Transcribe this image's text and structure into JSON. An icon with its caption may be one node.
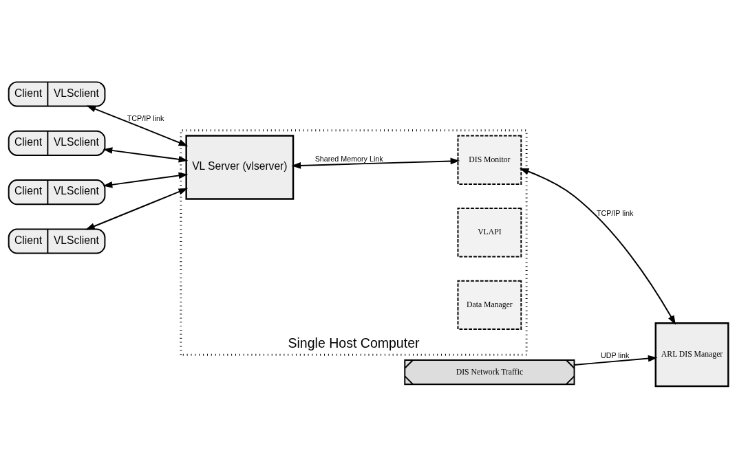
{
  "diagram": {
    "nodes": [
      {
        "text": [
          "Client",
          "VLSclient"
        ]
      },
      {
        "text": [
          "Client",
          "VLSclient"
        ]
      },
      {
        "text": [
          "Client",
          "VLSclient"
        ]
      },
      {
        "text": [
          "Client",
          "VLSclient"
        ]
      },
      {
        "text": [
          "Single Host Computer"
        ]
      },
      {
        "text": [
          "VL Server (vlserver)"
        ],
        "in": 4
      },
      {
        "text": [
          "DIS Monitor"
        ],
        "in": 4
      },
      {
        "text": [
          "VLAPI"
        ],
        "in": 4
      },
      {
        "text": [
          "Data Manager"
        ],
        "in": 4
      },
      {
        "text": [
          "DIS Network Traffic"
        ]
      },
      {
        "text": [
          "ARL DIS Manager"
        ]
      }
    ],
    "edges": [
      {
        "from": 0,
        "to": 5,
        "arrow": "both",
        "label": "TCP/IP link"
      },
      {
        "from": 1,
        "to": 5,
        "arrow": "both"
      },
      {
        "from": 2,
        "to": 5,
        "arrow": "both"
      },
      {
        "from": 3,
        "to": 5,
        "arrow": "both"
      },
      {
        "from": 5,
        "to": 6,
        "arrow": "both",
        "label": "Shared Memory Link"
      },
      {
        "from": 6,
        "to": 10,
        "arrow": "both",
        "label": "TCP/IP link"
      },
      {
        "from": 9,
        "to": 10,
        "arrow": "to",
        "label": "UDP link"
      }
    ]
  }
}
